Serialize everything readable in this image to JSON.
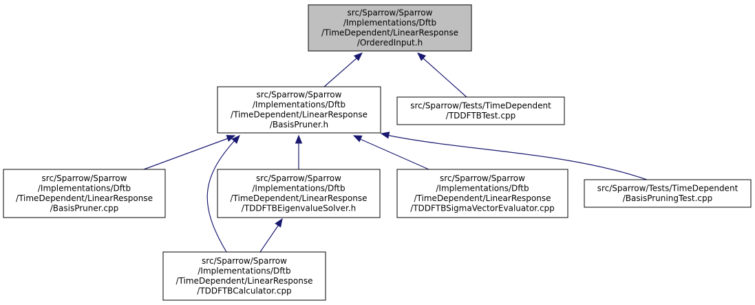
{
  "diagram": {
    "type": "include-dependency-graph",
    "nodes": [
      {
        "id": "ordered_input",
        "highlighted": true,
        "lines": [
          "src/Sparrow/Sparrow",
          "/Implementations/Dftb",
          "/TimeDependent/LinearResponse",
          "/OrderedInput.h"
        ]
      },
      {
        "id": "basis_pruner_h",
        "highlighted": false,
        "lines": [
          "src/Sparrow/Sparrow",
          "/Implementations/Dftb",
          "/TimeDependent/LinearResponse",
          "/BasisPruner.h"
        ]
      },
      {
        "id": "tddftb_test",
        "highlighted": false,
        "lines": [
          "src/Sparrow/Tests/TimeDependent",
          "/TDDFTBTest.cpp"
        ]
      },
      {
        "id": "basis_pruner_cpp",
        "highlighted": false,
        "lines": [
          "src/Sparrow/Sparrow",
          "/Implementations/Dftb",
          "/TimeDependent/LinearResponse",
          "/BasisPruner.cpp"
        ]
      },
      {
        "id": "eigenvalue_solver",
        "highlighted": false,
        "lines": [
          "src/Sparrow/Sparrow",
          "/Implementations/Dftb",
          "/TimeDependent/LinearResponse",
          "/TDDFTBEigenvalueSolver.h"
        ]
      },
      {
        "id": "sigma_vector",
        "highlighted": false,
        "lines": [
          "src/Sparrow/Sparrow",
          "/Implementations/Dftb",
          "/TimeDependent/LinearResponse",
          "/TDDFTBSigmaVectorEvaluator.cpp"
        ]
      },
      {
        "id": "basis_pruning_test",
        "highlighted": false,
        "lines": [
          "src/Sparrow/Tests/TimeDependent",
          "/BasisPruningTest.cpp"
        ]
      },
      {
        "id": "calculator",
        "highlighted": false,
        "lines": [
          "src/Sparrow/Sparrow",
          "/Implementations/Dftb",
          "/TimeDependent/LinearResponse",
          "/TDDFTBCalculator.cpp"
        ]
      }
    ],
    "edges": [
      {
        "from": "basis_pruner_h",
        "to": "ordered_input"
      },
      {
        "from": "tddftb_test",
        "to": "ordered_input"
      },
      {
        "from": "basis_pruner_cpp",
        "to": "basis_pruner_h"
      },
      {
        "from": "calculator",
        "to": "basis_pruner_h"
      },
      {
        "from": "eigenvalue_solver",
        "to": "basis_pruner_h"
      },
      {
        "from": "sigma_vector",
        "to": "basis_pruner_h"
      },
      {
        "from": "basis_pruning_test",
        "to": "basis_pruner_h"
      },
      {
        "from": "calculator",
        "to": "eigenvalue_solver"
      }
    ],
    "colors": {
      "highlight_fill": "#bfbfbf",
      "node_fill": "#ffffff",
      "edge": "#191970"
    }
  }
}
